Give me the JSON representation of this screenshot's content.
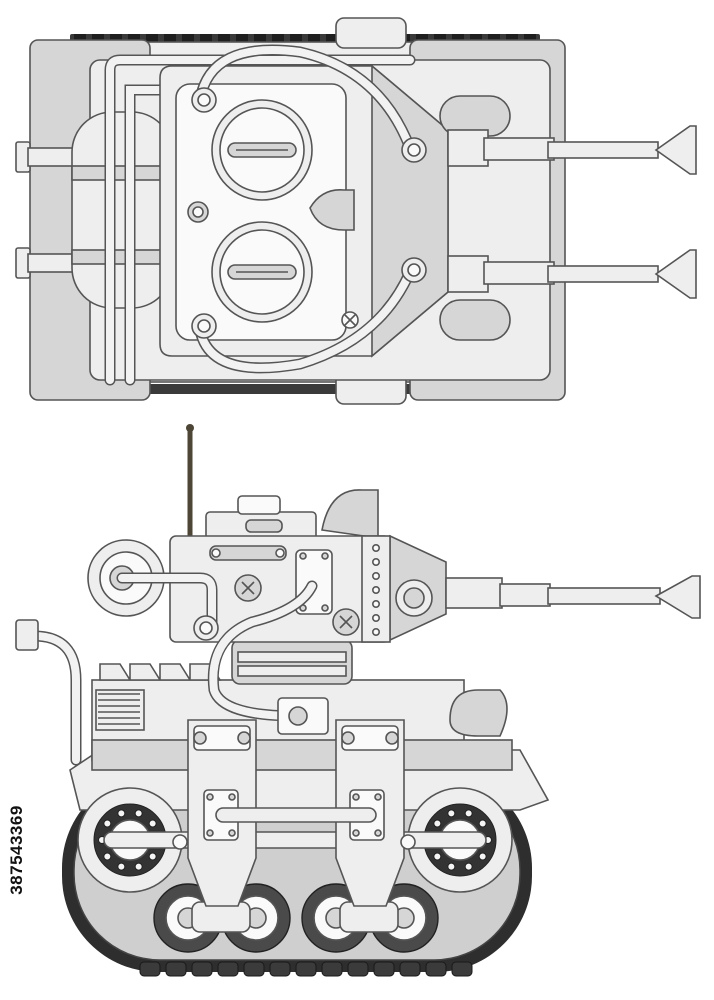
{
  "image": {
    "subject": "cartoon tank",
    "views": [
      "top",
      "side"
    ],
    "colors": {
      "body": "#eeeeee",
      "body_shade": "#d6d6d6",
      "outline": "#555555",
      "track": "#4a4a4a",
      "track_dark": "#2e2e2e",
      "antenna": "#4d4636",
      "background": "#ffffff"
    }
  },
  "watermark": {
    "stock_id": "387543369"
  }
}
